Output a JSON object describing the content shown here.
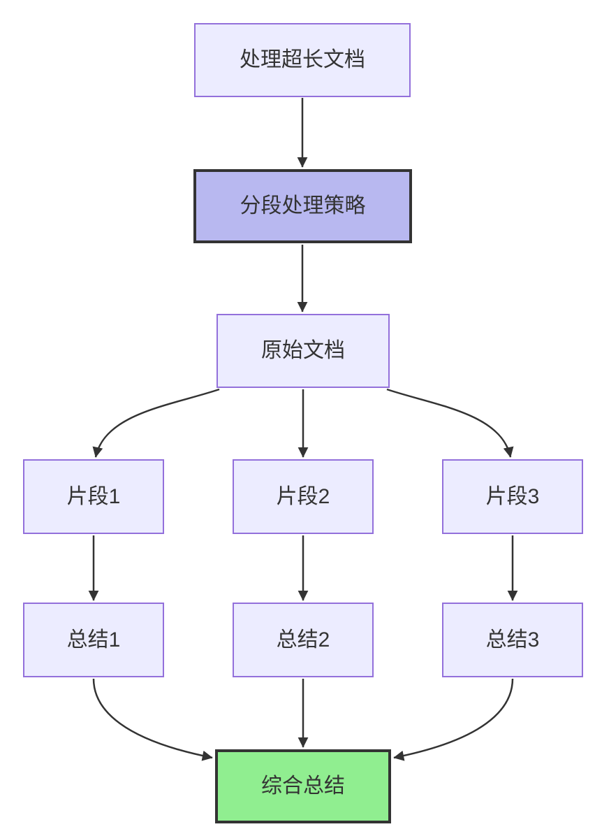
{
  "diagram": {
    "type": "flowchart",
    "direction": "top-down",
    "nodes": {
      "a": {
        "label": "处理超长文档",
        "style": "default"
      },
      "b": {
        "label": "分段处理策略",
        "style": "emphasis-purple"
      },
      "c": {
        "label": "原始文档",
        "style": "default"
      },
      "d1": {
        "label": "片段1",
        "style": "default"
      },
      "d2": {
        "label": "片段2",
        "style": "default"
      },
      "d3": {
        "label": "片段3",
        "style": "default"
      },
      "e1": {
        "label": "总结1",
        "style": "default"
      },
      "e2": {
        "label": "总结2",
        "style": "default"
      },
      "e3": {
        "label": "总结3",
        "style": "default"
      }
    },
    "result_node": {
      "label": "综合总结",
      "style": "emphasis-green"
    },
    "edges": [
      {
        "from": "处理超长文档",
        "to": "分段处理策略",
        "shape": "straight"
      },
      {
        "from": "分段处理策略",
        "to": "原始文档",
        "shape": "straight"
      },
      {
        "from": "原始文档",
        "to": "片段1",
        "shape": "curve-left"
      },
      {
        "from": "原始文档",
        "to": "片段2",
        "shape": "straight"
      },
      {
        "from": "原始文档",
        "to": "片段3",
        "shape": "curve-right"
      },
      {
        "from": "片段1",
        "to": "总结1",
        "shape": "straight"
      },
      {
        "from": "片段2",
        "to": "总结2",
        "shape": "straight"
      },
      {
        "from": "片段3",
        "to": "总结3",
        "shape": "straight"
      },
      {
        "from": "总结1",
        "to": "综合总结",
        "shape": "curve-right"
      },
      {
        "from": "总结2",
        "to": "综合总结",
        "shape": "straight"
      },
      {
        "from": "总结3",
        "to": "综合总结",
        "shape": "curve-left"
      }
    ],
    "colors": {
      "node_fill": "#ECECFF",
      "node_border": "#9370DB",
      "emphasis_fill": "#B8B8F0",
      "emphasis_border": "#333333",
      "result_fill": "#90EE90",
      "result_border": "#333333",
      "edge": "#333333",
      "text": "#333333",
      "background": "#FFFFFF"
    }
  }
}
